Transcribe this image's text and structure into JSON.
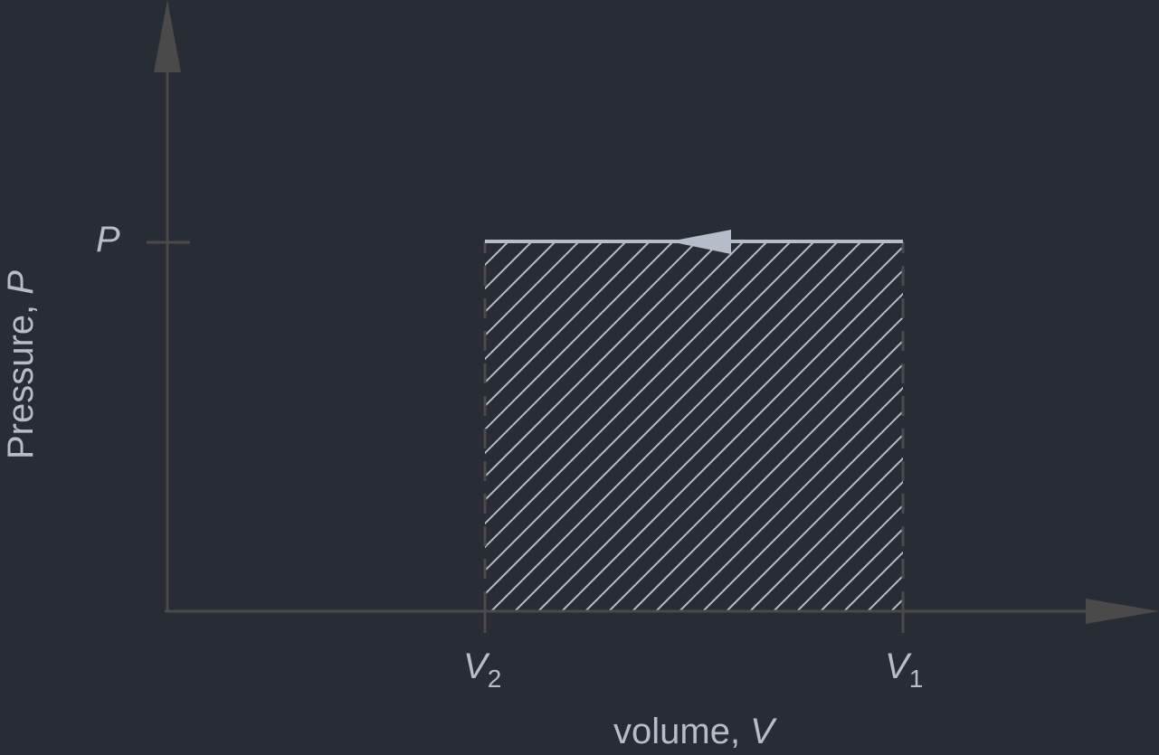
{
  "diagram": {
    "y_axis_label": "Pressure, ",
    "y_axis_symbol": "P",
    "x_axis_label": "volume, ",
    "x_axis_symbol": "V",
    "pressure_tick_label": "P",
    "v2_tick_symbol": "V",
    "v2_tick_subscript": "2",
    "v1_tick_symbol": "V",
    "v1_tick_subscript": "1",
    "process_direction": "from V1 to V2 (compression)"
  },
  "colors": {
    "background": "#282c35",
    "axis": "#4a4a4a",
    "process_line": "#b6bcc8",
    "hatch": "#b6bcc8",
    "text": "#b6bcc8"
  }
}
